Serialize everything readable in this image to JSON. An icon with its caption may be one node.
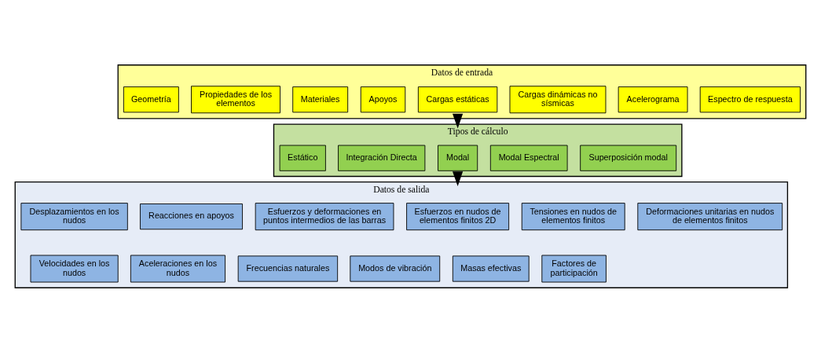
{
  "diagram": {
    "nodes": [
      {
        "text": [
          "Datos de entrada"
        ]
      },
      {
        "text": [
          "Geometría"
        ],
        "in": 0
      },
      {
        "text": [
          "Propiedades de los elementos"
        ],
        "in": 0
      },
      {
        "text": [
          "Materiales"
        ],
        "in": 0
      },
      {
        "text": [
          "Apoyos"
        ],
        "in": 0
      },
      {
        "text": [
          "Cargas estáticas"
        ],
        "in": 0
      },
      {
        "text": [
          "Cargas dinámicas no sísmicas"
        ],
        "in": 0
      },
      {
        "text": [
          "Acelerograma"
        ],
        "in": 0
      },
      {
        "text": [
          "Espectro de respuesta"
        ],
        "in": 0
      },
      {
        "text": [
          "Tipos de cálculo"
        ]
      },
      {
        "text": [
          "Estático"
        ],
        "in": 9
      },
      {
        "text": [
          "Integración Directa"
        ],
        "in": 9
      },
      {
        "text": [
          "Modal"
        ],
        "in": 9
      },
      {
        "text": [
          "Modal Espectral"
        ],
        "in": 9
      },
      {
        "text": [
          "Superposición modal"
        ],
        "in": 9
      },
      {
        "text": [
          "Datos de salida"
        ]
      },
      {
        "text": [
          "Desplazamientos en los nudos"
        ],
        "in": 15
      },
      {
        "text": [
          "Reacciones en apoyos"
        ],
        "in": 15
      },
      {
        "text": [
          "Esfuerzos y deformaciones en puntos intermedios de las barras"
        ],
        "in": 15
      },
      {
        "text": [
          "Esfuerzos en nudos de elementos finitos 2D"
        ],
        "in": 15
      },
      {
        "text": [
          "Tensiones en nudos de elementos finitos"
        ],
        "in": 15
      },
      {
        "text": [
          "Deformaciones unitarias en nudos de elementos finitos"
        ],
        "in": 15
      },
      {
        "text": [
          "Velocidades en los nudos"
        ],
        "in": 15
      },
      {
        "text": [
          "Aceleraciones en los nudos"
        ],
        "in": 15
      },
      {
        "text": [
          "Frecuencias naturales"
        ],
        "in": 15
      },
      {
        "text": [
          "Modos de vibración"
        ],
        "in": 15
      },
      {
        "text": [
          "Masas efectivas"
        ],
        "in": 15
      },
      {
        "text": [
          "Factores de participación"
        ],
        "in": 15
      }
    ],
    "edges": [
      {
        "from": 0,
        "to": 9,
        "arrow": "to",
        "style": "thick"
      },
      {
        "from": 9,
        "to": 15,
        "arrow": "to",
        "style": "thick"
      }
    ]
  }
}
